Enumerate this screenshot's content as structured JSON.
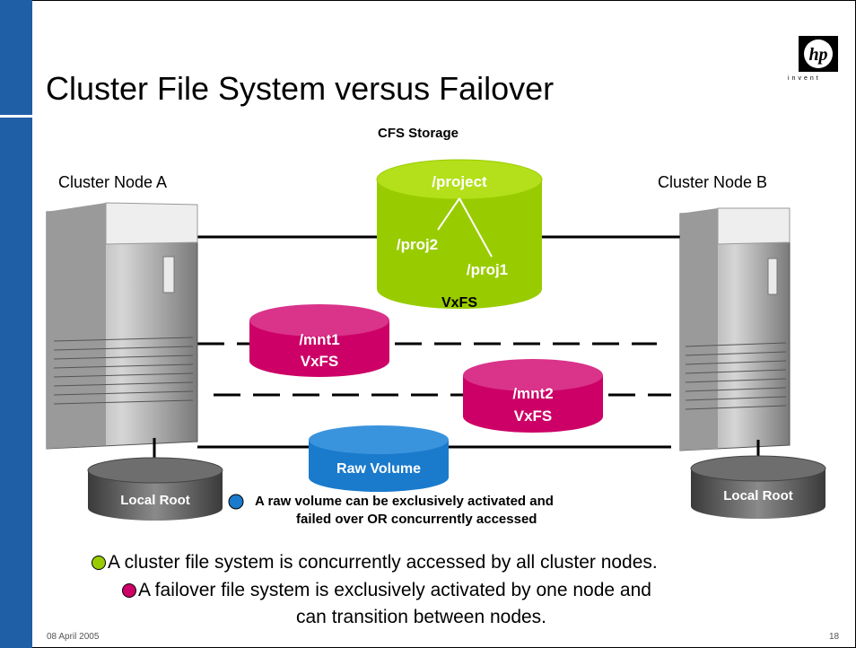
{
  "title": "Cluster File System versus Failover",
  "logo": {
    "brand": "hp",
    "tagline": "invent"
  },
  "storage_heading": "CFS Storage",
  "node_a": "Cluster Node A",
  "node_b": "Cluster Node B",
  "cfs_cylinder": {
    "top": "/project",
    "left": "/proj2",
    "right": "/proj1",
    "bottom": "VxFS",
    "color": "#99cc00"
  },
  "mnt1": {
    "line1": "/mnt1",
    "line2": "VxFS",
    "color": "#cc0066"
  },
  "mnt2": {
    "line1": "/mnt2",
    "line2": "VxFS",
    "color": "#cc0066"
  },
  "raw_volume": {
    "label": "Raw Volume",
    "color": "#1a7acc"
  },
  "local_root_a": "Local Root",
  "local_root_b": "Local Root",
  "raw_note": {
    "line1": "A raw volume can be exclusively activated and",
    "line2": "failed over OR concurrently accessed"
  },
  "bullets": [
    {
      "text": "A cluster file system is concurrently accessed by all cluster nodes.",
      "color": "#99cc00"
    },
    {
      "text": "A failover file system is exclusively activated by one node and",
      "color": "#cc0066"
    },
    {
      "text": "can transition between nodes."
    }
  ],
  "footer_date": "08 April 2005",
  "page_number": "18"
}
